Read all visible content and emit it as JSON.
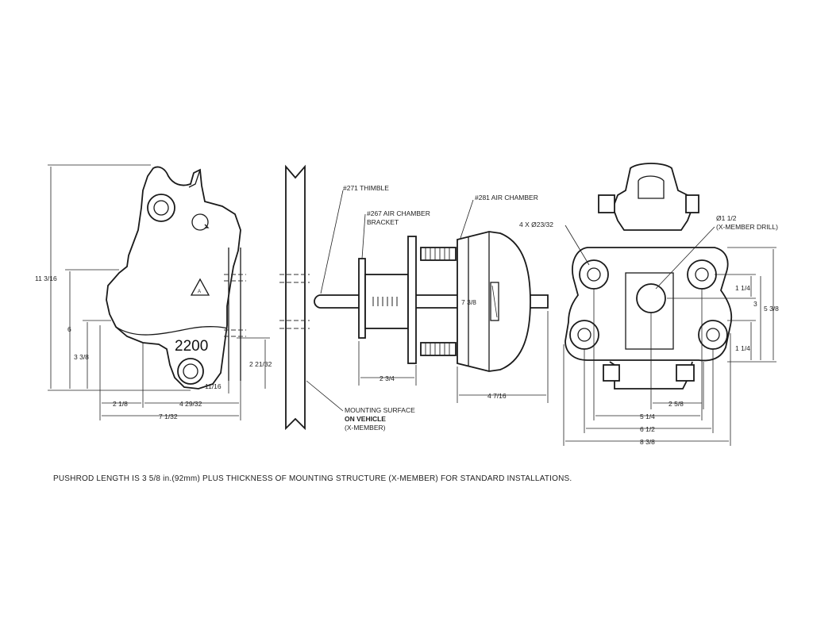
{
  "hook_view": {
    "model_number": "2200",
    "dims": {
      "height_overall": "11 3/16",
      "height_mid": "6",
      "height_low": "3 3/8",
      "dim_2_21_32": "2 21/32",
      "dim_11_16": "11/16",
      "dim_2_1_8": "2 1/8",
      "dim_4_29_32": "4 29/32",
      "width_overall": "7 1/32"
    }
  },
  "side_view": {
    "callouts": {
      "thimble": "#271 THIMBLE",
      "bracket_line1": "#267 AIR CHAMBER",
      "bracket_line2": "BRACKET",
      "chamber": "#281 AIR CHAMBER",
      "mount_line1": "MOUNTING SURFACE",
      "mount_line2": "ON VEHICLE",
      "mount_line3": "(X-MEMBER)"
    },
    "dims": {
      "bracket_len": "2 3/4",
      "chamber_dia": "7 3/8",
      "chamber_len": "4 7/16"
    }
  },
  "rear_view": {
    "callouts": {
      "holes": "4 X Ø23/32",
      "drill_line1": "Ø1 1/2",
      "drill_line2": "(X-MEMBER DRILL)"
    },
    "dims": {
      "right_upper": "1 1/4",
      "right_mid": "3",
      "right_overall": "5 3/8",
      "right_lower": "1 1/4",
      "bottom_2_5_8": "2 5/8",
      "bottom_5_1_4": "5 1/4",
      "bottom_6_1_2": "6 1/2",
      "bottom_8_3_8": "8 3/8"
    }
  },
  "note": "PUSHROD LENGTH IS 3 5/8 in.(92mm) PLUS THICKNESS OF MOUNTING STRUCTURE (X-MEMBER) FOR STANDARD INSTALLATIONS."
}
